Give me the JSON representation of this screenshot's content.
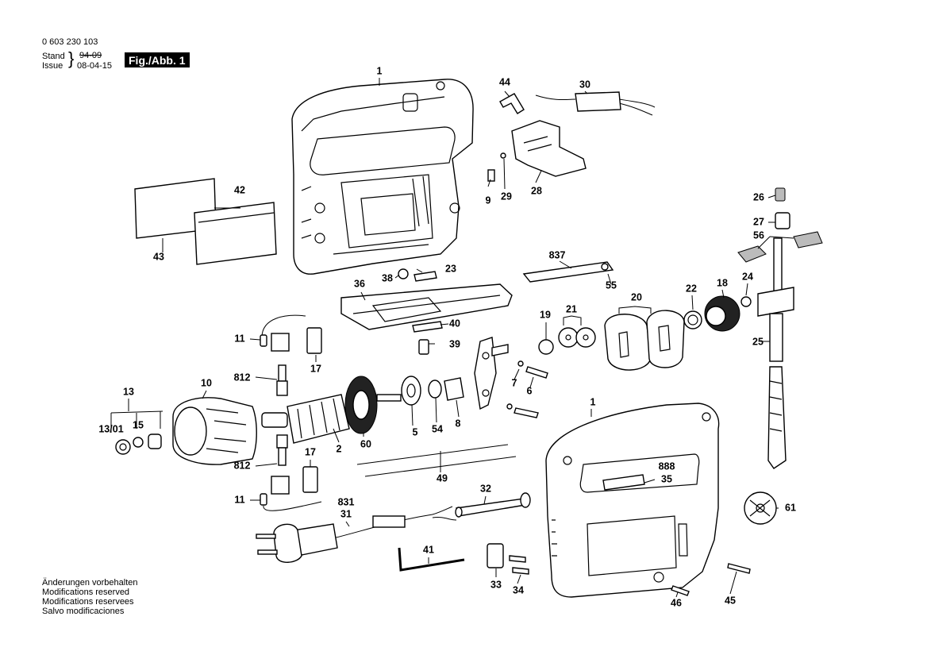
{
  "header": {
    "part_number": "0 603 230 103",
    "stand_label": "Stand",
    "stand_date_old": "94-09",
    "issue_label": "Issue",
    "issue_date": "08-04-15",
    "figure_label": "Fig./Abb. 1"
  },
  "notes": [
    "Änderungen vorbehalten",
    "Modifications reserved",
    "Modifications reservees",
    "Salvo modificaciones"
  ],
  "callouts": {
    "c1_top": "1",
    "c44": "44",
    "c30": "30",
    "c42": "42",
    "c43": "43",
    "c9": "9",
    "c29": "29",
    "c28": "28",
    "c26": "26",
    "c27": "27",
    "c56": "56",
    "c837": "837",
    "c23": "23",
    "c38": "38",
    "c36": "36",
    "c55": "55",
    "c24": "24",
    "c18": "18",
    "c22": "22",
    "c20": "20",
    "c21": "21",
    "c19": "19",
    "c40": "40",
    "c39": "39",
    "c11_top": "11",
    "c17_top": "17",
    "c812_top": "812",
    "c25": "25",
    "c7": "7",
    "c6": "6",
    "c10": "10",
    "c13": "13",
    "c13_01": "13/01",
    "c15": "15",
    "c5": "5",
    "c54": "54",
    "c8": "8",
    "c1_bottom": "1",
    "c60": "60",
    "c2": "2",
    "c17_bot": "17",
    "c812_bot": "812",
    "c888": "888",
    "c35": "35",
    "c49": "49",
    "c11_bot": "11",
    "c32": "32",
    "c61": "61",
    "c831": "831",
    "c31": "31",
    "c41": "41",
    "c33": "33",
    "c34": "34",
    "c46": "46",
    "c45": "45"
  }
}
